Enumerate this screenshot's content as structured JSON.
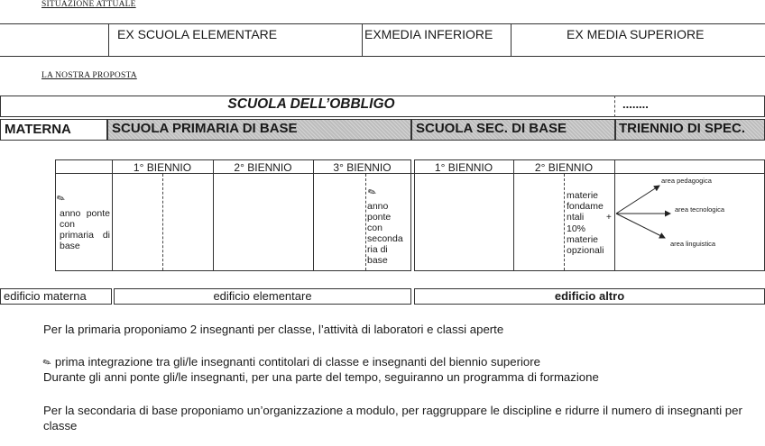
{
  "situazione": {
    "header": "SITUAZIONE ATTUALE",
    "columns": [
      "EX SCUOLA ELEMENTARE",
      "EXMEDIA INFERIORE",
      "EX MEDIA SUPERIORE"
    ]
  },
  "proposta": {
    "header": "LA NOSTRA PROPOSTA",
    "obbligo": "SCUOLA DELL’OBBLIGO",
    "dots": "........",
    "materna": "MATERNA",
    "primaria": "SCUOLA PRIMARIA DI BASE",
    "secondaria": "SCUOLA SEC. DI BASE",
    "triennio": "TRIENNIO DI SPEC."
  },
  "bienni": {
    "primaria": [
      "1° BIENNIO",
      "2° BIENNIO",
      "3° BIENNIO"
    ],
    "secondaria": [
      "1° BIENNIO",
      "2° BIENNIO"
    ]
  },
  "cells": {
    "anno_ponte_primaria": "anno ponte con primaria di base",
    "anno_ponte_secondaria": "anno ponte con seconda ria di base",
    "materie": "materie fondame ntali",
    "plus": "+",
    "percent": "10%",
    "opzionali": "materie opzionali"
  },
  "aree": [
    "area pedagogica",
    "area tecnologica",
    "area linguistica"
  ],
  "edifici": [
    "edificio materna",
    "edificio elementare",
    "edificio altro"
  ],
  "paragraphs": [
    "Per la primaria proponiamo 2 insegnanti per classe, l’attività di laboratori e classi aperte",
    "prima integrazione tra gli/le  insegnanti contitolari di classe e  insegnanti del biennio superiore",
    "Durante gli anni ponte gli/le insegnanti, per una parte del tempo, seguiranno un programma di formazione",
    "Per la secondaria di base proponiamo un’organizzazione a modulo, per raggruppare le discipline e ridurre il numero di insegnanti per classe"
  ],
  "icons": [
    "pencil-icon",
    "arrow-right-icon"
  ]
}
